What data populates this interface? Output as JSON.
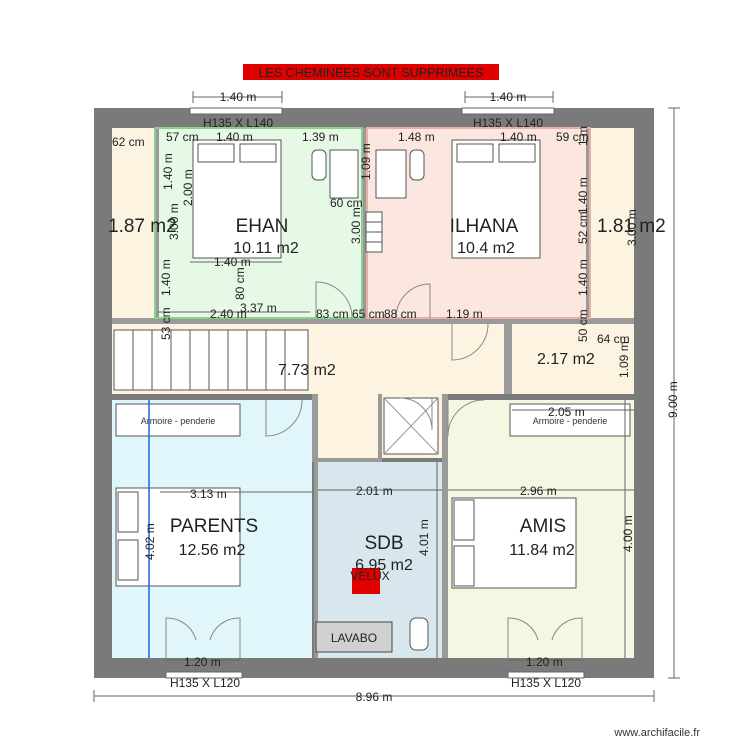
{
  "banner": {
    "text": "LES CHEMINEES SONT SUPPRIMEES",
    "bg": "#e00000"
  },
  "rooms": {
    "left_closet": {
      "area": "1.87 m2"
    },
    "ehan": {
      "name": "EHAN",
      "area": "10.11 m2"
    },
    "ilhana": {
      "name": "ILHANA",
      "area": "10.4 m2"
    },
    "right_closet": {
      "area": "1.81 m2"
    },
    "hall": {
      "area": "7.73 m2"
    },
    "small_room": {
      "area": "2.17 m2"
    },
    "parents": {
      "name": "PARENTS",
      "area": "12.56 m2"
    },
    "sdb": {
      "name": "SDB",
      "area": "6.95 m2"
    },
    "amis": {
      "name": "AMIS",
      "area": "11.84 m2"
    }
  },
  "labels": {
    "velux": "VELUX",
    "lavabo": "LAVABO",
    "armoire": "Armoire - penderie"
  },
  "beds": {
    "ehan": "H135  X L140",
    "ilhana": "H135  X L140",
    "parents": "H135 X L120",
    "amis": "H135 X L120"
  },
  "dimensions": {
    "top_left": "1.40 m",
    "top_right": "1.40 m",
    "d_62cm": "62 cm",
    "d_57cm": "57 cm",
    "d_140a": "1.40 m",
    "d_139": "1.39 m",
    "d_148": "1.48 m",
    "d_140b": "1.40 m",
    "d_59cm": "59 cm",
    "d_140m_left": "1.40 m",
    "d_200": "2.00 m",
    "d_300a": "3.00 m",
    "d_109": "1.09 m",
    "d_60cm": "60 cm",
    "d_300b": "3.00 m",
    "d_140_under": "1.40 m",
    "d_140m_v": "1.40 m",
    "d_80cm": "80 cm",
    "d_337": "3.37 m",
    "d_240": "2.40 m",
    "d_83cm": "83 cm",
    "d_65cm": "65 cm",
    "d_88cm": "88 cm",
    "d_119": "1.19 m",
    "d_53cm": "53 cm",
    "d_140_right_v": "1.40 m",
    "d_1m": "1 m",
    "d_300c": "3.00 m",
    "d_52cm": "52 cm",
    "d_140_right_v2": "1.40 m",
    "d_50cm": "50 cm",
    "d_64cm": "64 cm",
    "d_109b": "1.09 m",
    "d_205": "2.05 m",
    "d_313": "3.13 m",
    "d_201": "2.01 m",
    "d_296": "2.96 m",
    "d_402": "4.02 m",
    "d_401": "4.01 m",
    "d_400": "4.00 m",
    "d_120_left": "1.20 m",
    "d_120_right": "1.20 m",
    "total_width": "8.96 m",
    "total_height": "9.00 m"
  },
  "watermark": "www.archifacile.fr"
}
